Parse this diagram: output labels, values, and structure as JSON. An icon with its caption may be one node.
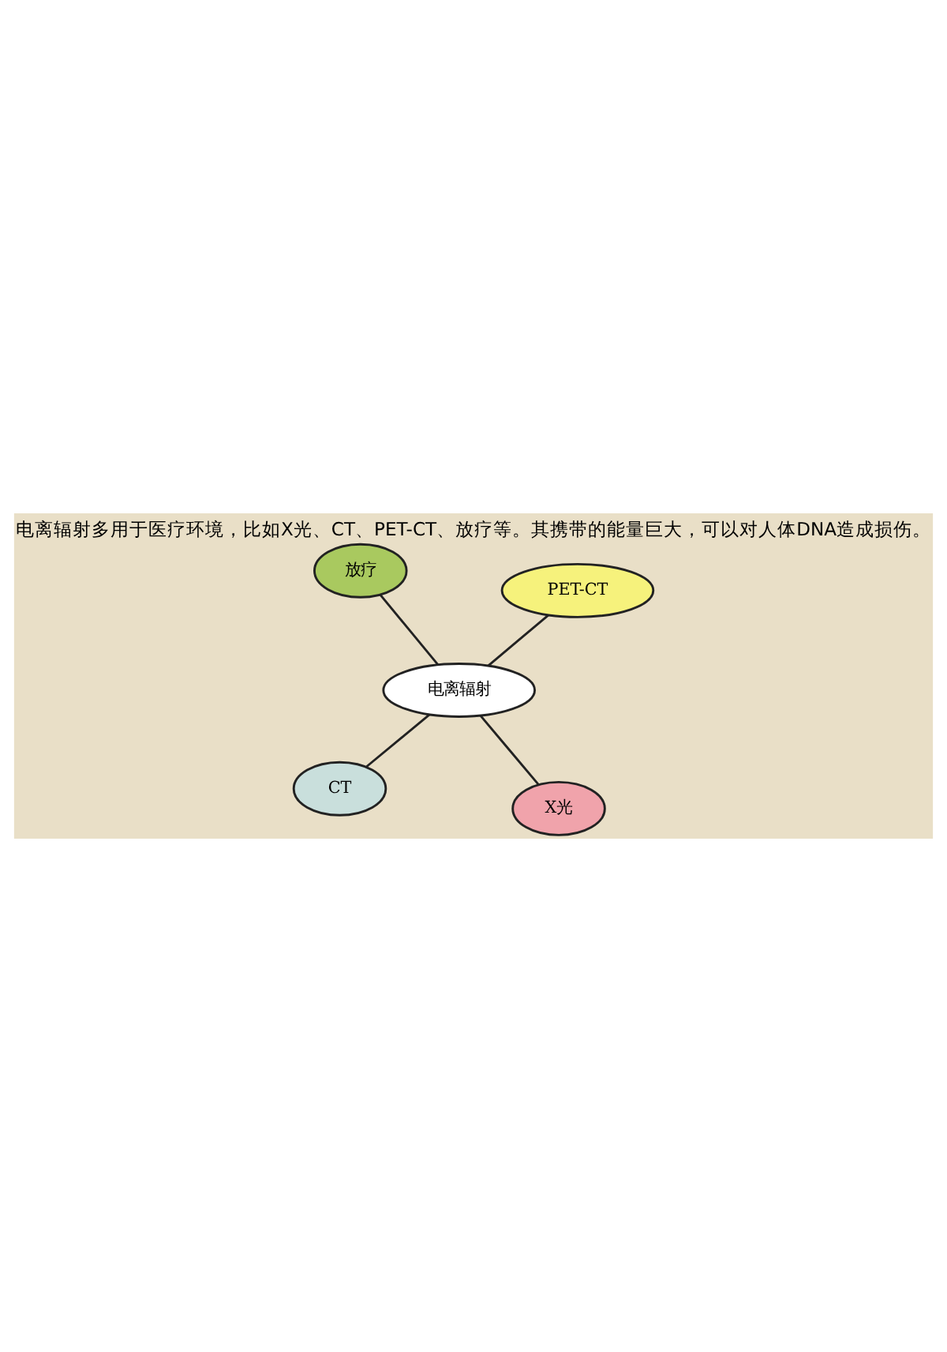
{
  "diagram": {
    "title": "电离辐射多用于医疗环境，比如X光、CT、PET-CT、放疗等。其携带的能量巨大，可以对人体DNA造成损伤。",
    "nodes": [
      {
        "text": [
          "CT"
        ]
      },
      {
        "text": [
          "X光"
        ]
      },
      {
        "text": [
          "电离辐射"
        ]
      },
      {
        "text": [
          "放疗"
        ]
      },
      {
        "text": [
          "PET-CT"
        ]
      }
    ],
    "edges": [
      {
        "from": 2,
        "to": 0,
        "arrow": "none"
      },
      {
        "from": 2,
        "to": 1,
        "arrow": "none"
      },
      {
        "from": 2,
        "to": 3,
        "arrow": "none"
      },
      {
        "from": 2,
        "to": 4,
        "arrow": "none"
      }
    ]
  }
}
